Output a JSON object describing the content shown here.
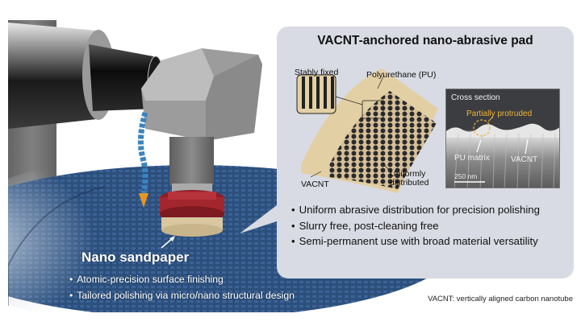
{
  "left_scene": {
    "title": "Nano sandpaper",
    "bullets": [
      "Atomic-precision surface finishing",
      "Tailored polishing via micro/nano structural design"
    ]
  },
  "panel": {
    "title": "VACNT-anchored nano-abrasive pad",
    "illustration_labels": {
      "stably_fixed": "Stably fixed",
      "polyurethane": "Polyurethane (PU)",
      "vacnt": "VACNT",
      "uniformly_line1": "Uniformly",
      "uniformly_line2": "distributed"
    },
    "cross_section": {
      "title": "Cross section",
      "partially_protruded": "Partially protruded",
      "pu_matrix": "PU matrix",
      "vacnt": "VACNT",
      "scale_bar": "250 nm"
    },
    "bullets": [
      "Uniform abrasive distribution for precision polishing",
      "Slurry free, post-cleaning free",
      "Semi-permanent use with broad material versatility"
    ]
  },
  "footnote": "VACNT: vertically aligned carbon nanotube",
  "colors": {
    "panel_bg": "#d8dbe3",
    "wafer_blue": "#2c4f7c",
    "pad_red": "#a3262f",
    "pad_beige": "#d9c7a0",
    "coolant_blue": "#3a84c0",
    "nozzle_orange": "#e8951f",
    "highlight_orange": "#f0b43a"
  }
}
